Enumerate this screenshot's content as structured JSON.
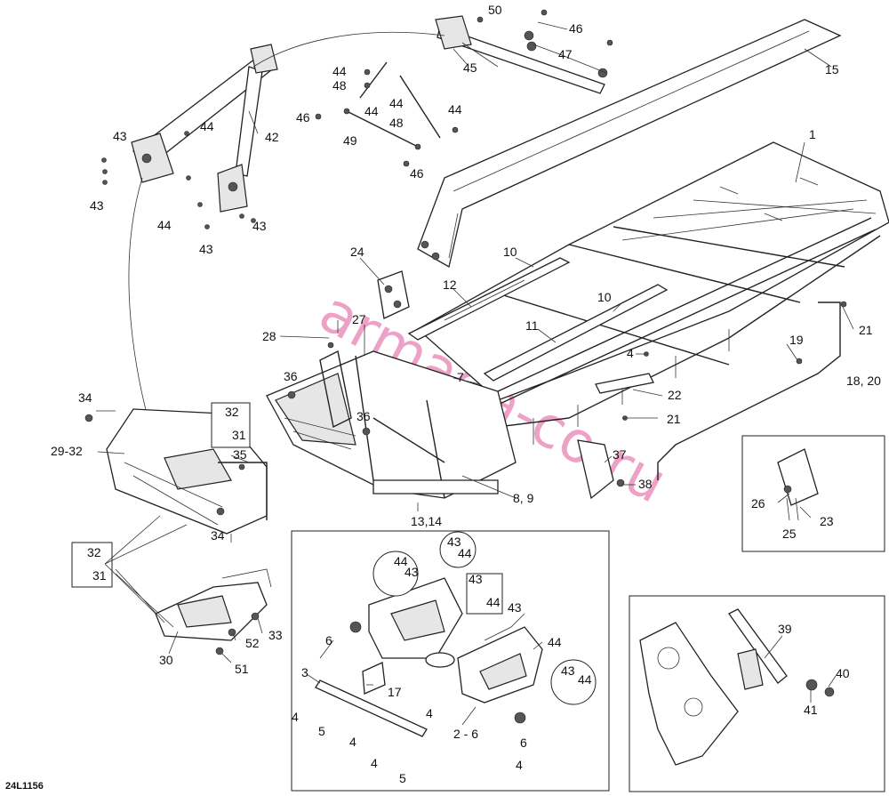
{
  "diagram_code": "24L1156",
  "watermark": "armada-co.ru",
  "callouts": {
    "c1": "1",
    "c2_6": "2 - 6",
    "c3": "3",
    "c4": "4",
    "c5": "5",
    "c6": "6",
    "c7": "7",
    "c8_9": "8, 9",
    "c10": "10",
    "c11": "11",
    "c12": "12",
    "c13_14": "13,14",
    "c15": "15",
    "c17": "17",
    "c18_20": "18, 20",
    "c19": "19",
    "c21": "21",
    "c22": "22",
    "c23": "23",
    "c24": "24",
    "c25": "25",
    "c26": "26",
    "c27": "27",
    "c28": "28",
    "c29_32": "29-32",
    "c30": "30",
    "c31": "31",
    "c32": "32",
    "c33": "33",
    "c34": "34",
    "c35": "35",
    "c36": "36",
    "c37": "37",
    "c38": "38",
    "c39": "39",
    "c40": "40",
    "c41": "41",
    "c42": "42",
    "c43": "43",
    "c44": "44",
    "c45": "45",
    "c46": "46",
    "c47": "47",
    "c48": "48",
    "c49": "49",
    "c50": "50",
    "c51": "51",
    "c52": "52"
  }
}
